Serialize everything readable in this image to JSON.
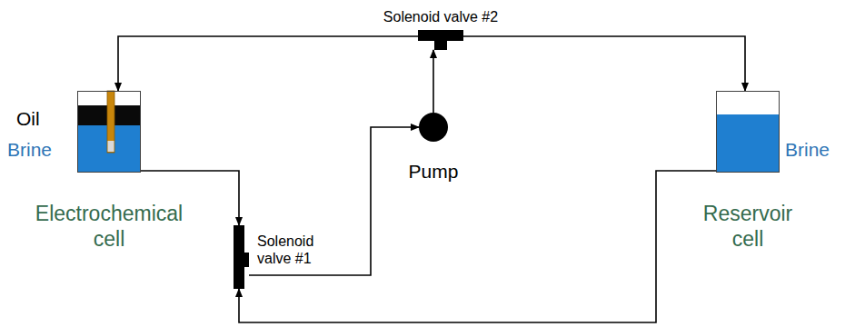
{
  "diagram": {
    "nodes": [
      {
        "text": [
          "Electrochemical cell"
        ]
      },
      {
        "text": [
          "Solenoid valve #1"
        ]
      },
      {
        "text": [
          "Pump"
        ]
      },
      {
        "text": [
          "Solenoid valve #2"
        ]
      },
      {
        "text": [
          "Reservoir cell"
        ]
      }
    ],
    "edges": [
      {
        "from": 0,
        "to": 1,
        "arrow": "to"
      },
      {
        "from": 4,
        "to": 1,
        "arrow": "to"
      },
      {
        "from": 1,
        "to": 2,
        "arrow": "to"
      },
      {
        "from": 2,
        "to": 3,
        "arrow": "to"
      },
      {
        "from": 3,
        "to": 0,
        "arrow": "to"
      },
      {
        "from": 3,
        "to": 4,
        "arrow": "to"
      }
    ],
    "labels": [
      "Oil",
      "Brine",
      "Brine"
    ]
  }
}
